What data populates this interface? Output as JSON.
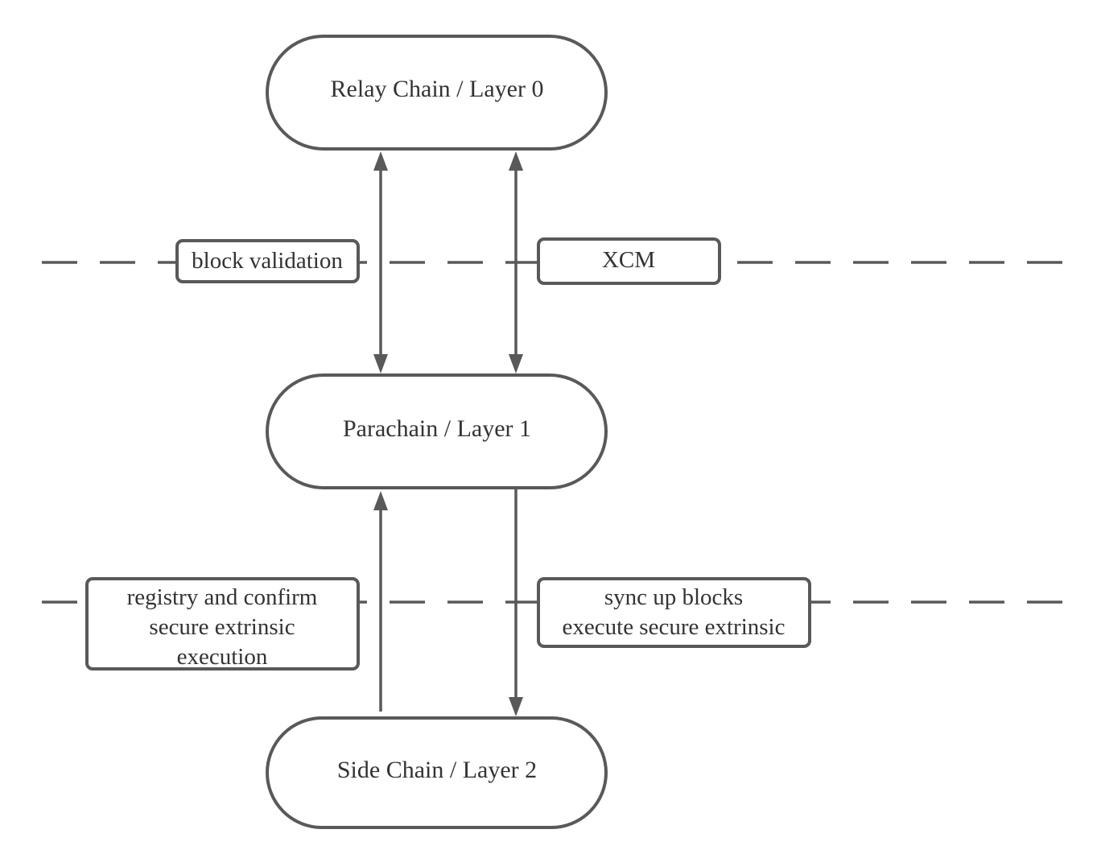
{
  "nodes": {
    "relay": "Relay Chain / Layer 0",
    "parachain": "Parachain / Layer 1",
    "sidechain": "Side Chain / Layer 2"
  },
  "labels": {
    "block_validation": "block validation",
    "xcm": "XCM",
    "registry": [
      "registry and confirm",
      "secure extrinsic",
      "execution"
    ],
    "sync": [
      "sync up blocks",
      "execute secure extrinsic"
    ]
  },
  "colors": {
    "stroke": "#595959",
    "text": "#333333",
    "background": "#ffffff"
  }
}
